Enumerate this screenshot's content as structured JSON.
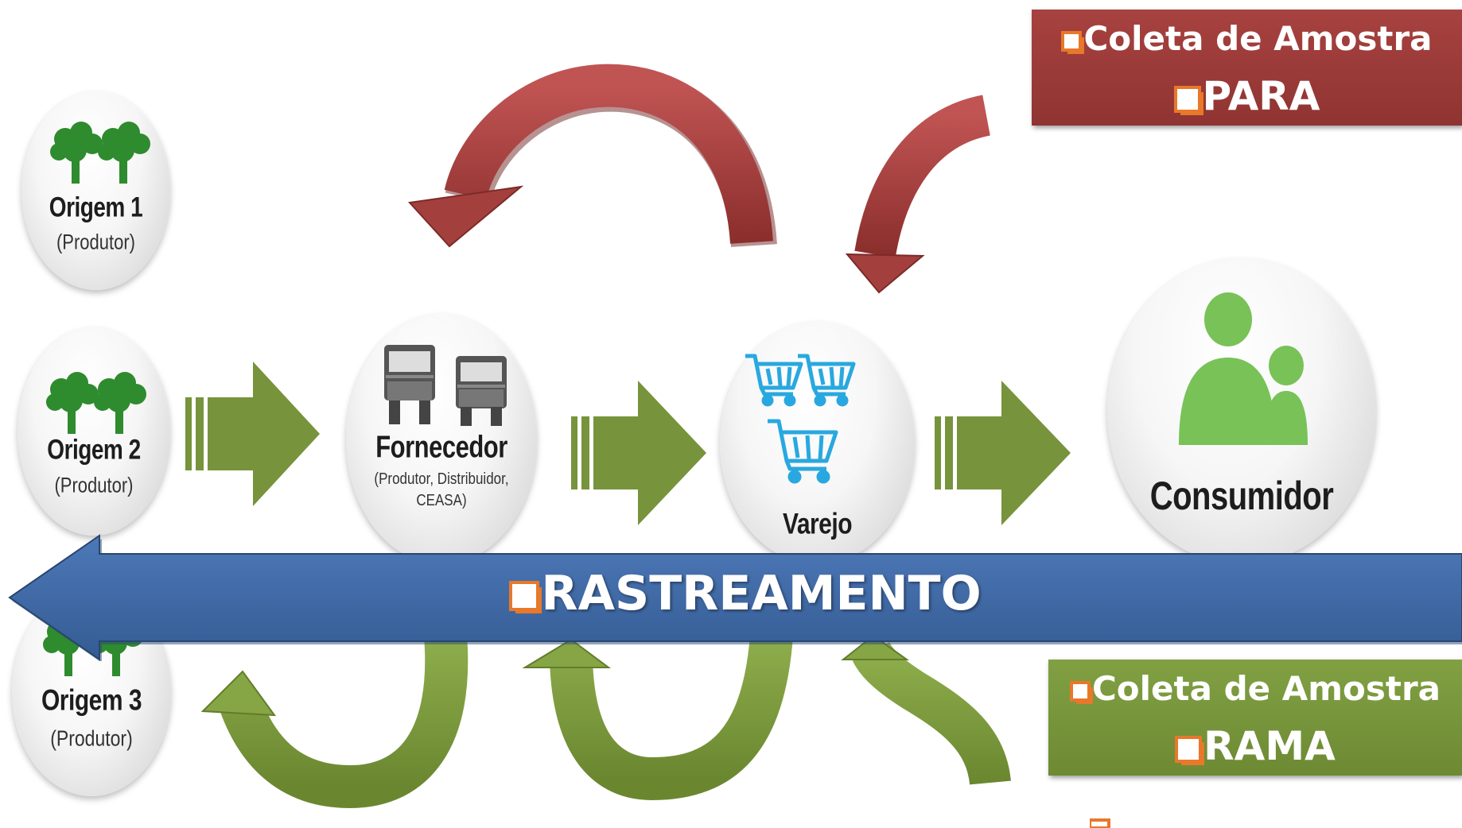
{
  "diagram": {
    "nodes": {
      "origem1": {
        "title": "Origem 1",
        "subtitle": "(Produtor)"
      },
      "origem2": {
        "title": "Origem 2",
        "subtitle": "(Produtor)"
      },
      "origem3": {
        "title": "Origem 3",
        "subtitle": "(Produtor)"
      },
      "fornecedor": {
        "title": "Fornecedor",
        "subtitle_line1": "(Produtor, Distribuidor,",
        "subtitle_line2": "CEASA)"
      },
      "varejo": {
        "title": "Varejo"
      },
      "consumidor": {
        "title": "Consumidor"
      }
    },
    "para_box": {
      "line1": "Coleta de Amostra",
      "line2": "PARA"
    },
    "rama_box": {
      "line1": "Coleta de Amostra",
      "line2": "RAMA"
    },
    "tracking_bar": {
      "label": "RASTREAMENTO"
    },
    "colors": {
      "para_red": "#9b3a38",
      "rama_green": "#77933c",
      "tracking_blue": "#3f6aa8",
      "icon_green": "#2e8b2e",
      "bullet_orange": "#e8782a",
      "cart_blue": "#29a8e0",
      "person_green": "#78c257"
    },
    "icons": [
      "tree-icon",
      "truck-icon",
      "shopping-cart-icon",
      "people-icon"
    ]
  }
}
